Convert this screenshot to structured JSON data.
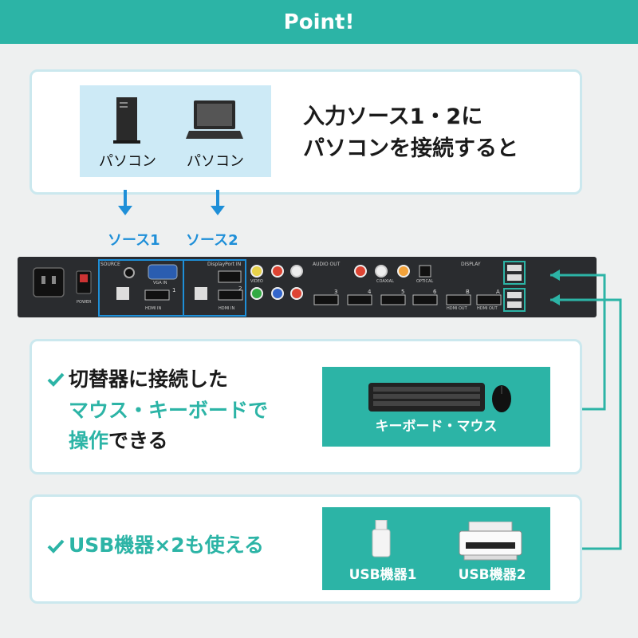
{
  "header": {
    "title": "Point!"
  },
  "sources": {
    "pc1_label": "パソコン",
    "pc2_label": "パソコン",
    "heading_line1": "入力ソース1・2に",
    "heading_line2": "パソコンを接続すると",
    "source1_label": "ソース1",
    "source2_label": "ソース2"
  },
  "device": {
    "labels": {
      "source": "SOURCE",
      "displayport": "DisplayPort IN",
      "audio_out": "AUDIO OUT",
      "display": "DISPLAY",
      "hdmi_in": "HDMI IN",
      "hdmi_out": "HDMI OUT",
      "vga_in": "VGA IN",
      "optical": "OPTICAL",
      "coaxial": "COAXIAL",
      "video": "VIDEO",
      "power": "POWER",
      "ch1": "1",
      "ch2": "2",
      "ch3": "3",
      "ch4": "4",
      "ch5": "5",
      "ch6": "6",
      "outA": "A",
      "outB": "B"
    }
  },
  "feature1": {
    "line1": "切替器に接続した",
    "line2": "マウス・キーボードで",
    "line3_highlight": "操作",
    "line3_rest": "できる",
    "device_label": "キーボード・マウス"
  },
  "feature2": {
    "text": "USB機器×2も使える",
    "usb1_label": "USB機器1",
    "usb2_label": "USB機器2"
  },
  "icons": [
    "tower-pc-icon",
    "laptop-icon",
    "keyboard-icon",
    "mouse-icon",
    "usb-stick-icon",
    "printer-icon",
    "check-icon",
    "arrow-down-icon"
  ],
  "colors": {
    "teal": "#2cb4a6",
    "blue": "#1e8fd8",
    "panel": "#cdeaf6",
    "box_border": "#cbe8ee"
  }
}
